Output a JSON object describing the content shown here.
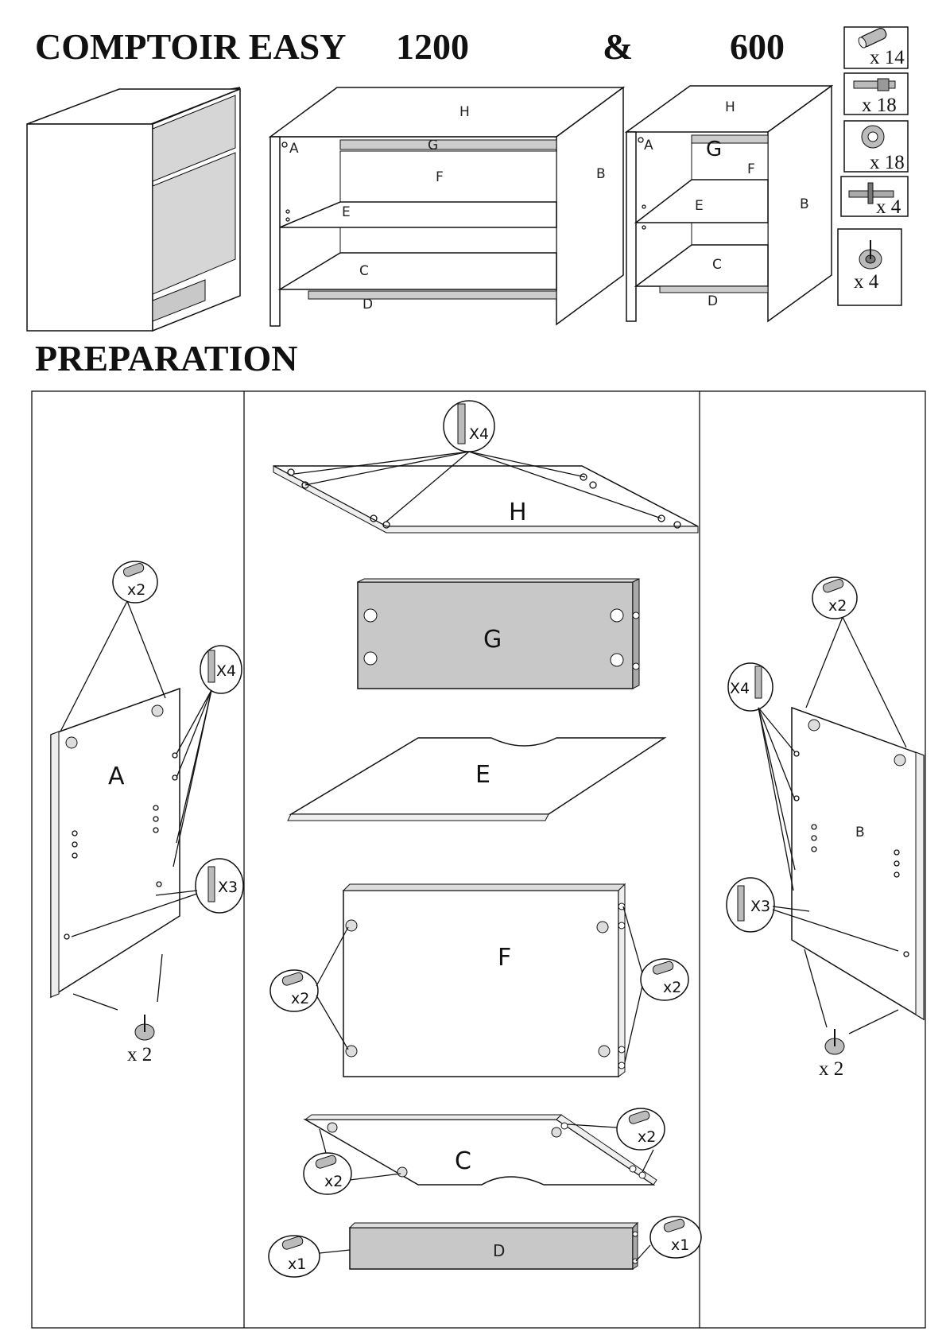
{
  "header": {
    "title": "COMPTOIR EASY",
    "size_a": "1200",
    "amp": "&",
    "size_b": "600"
  },
  "hardware": [
    {
      "name": "dowel",
      "qty": "x 14"
    },
    {
      "name": "cam-bolt",
      "qty": "x 18"
    },
    {
      "name": "cam-lock",
      "qty": "x 18"
    },
    {
      "name": "connector",
      "qty": "x 4"
    },
    {
      "name": "foot",
      "qty": "x 4"
    }
  ],
  "overview": {
    "cab1200": {
      "H": "H",
      "G": "G",
      "F": "F",
      "E": "E",
      "A": "A",
      "B": "B",
      "C": "C",
      "D": "D"
    },
    "cab600": {
      "H": "H",
      "G": "G",
      "F": "F",
      "E": "E",
      "A": "A",
      "B": "B",
      "C": "C",
      "D": "D"
    }
  },
  "section_title": "PREPARATION",
  "panels": {
    "A": {
      "label": "A",
      "top_qty": "x2",
      "bolt_qty": "X4",
      "bolt2_qty": "X3",
      "foot_qty": "x 2"
    },
    "B": {
      "label": "B",
      "top_qty": "x2",
      "bolt_qty": "X4",
      "bolt2_qty": "X3",
      "foot_qty": "x 2"
    },
    "H": {
      "label": "H",
      "bolt_qty": "X4"
    },
    "G": {
      "label": "G"
    },
    "E": {
      "label": "E"
    },
    "F": {
      "label": "F",
      "left_qty": "x2",
      "right_qty": "x2"
    },
    "C": {
      "label": "C",
      "left_qty": "x2",
      "right_qty": "x2"
    },
    "D": {
      "label": "D",
      "left_qty": "x1",
      "right_qty": "x1"
    }
  },
  "colors": {
    "line": "#111111",
    "panel_grey": "#c8c8c8",
    "ink": "#111111"
  }
}
